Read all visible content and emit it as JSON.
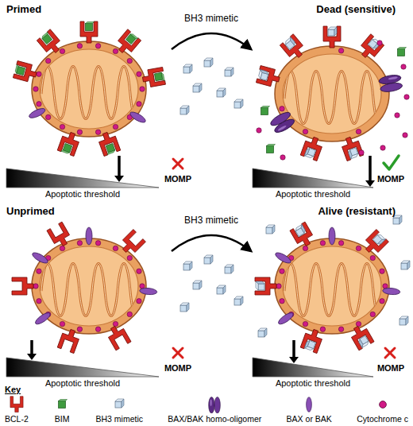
{
  "diagram": {
    "nodes": [
      {
        "text": [
          "Primed"
        ]
      },
      {
        "text": [
          "Dead (sensitive)"
        ]
      },
      {
        "text": [
          "Unprimed"
        ]
      },
      {
        "text": [
          "Alive (resistant)"
        ]
      }
    ],
    "edges": [
      {
        "from": 0,
        "to": 1,
        "label": "BH3 mimetic",
        "arrow": "to"
      },
      {
        "from": 2,
        "to": 3,
        "label": "BH3 mimetic",
        "arrow": "to"
      }
    ],
    "labels": [
      "Apoptotic threshold",
      "MOMP",
      "Apoptotic threshold",
      "MOMP",
      "Apoptotic threshold",
      "MOMP",
      "Apoptotic threshold",
      "MOMP",
      "Key"
    ],
    "legend": [
      {
        "text": "BCL-2"
      },
      {
        "text": "BIM"
      },
      {
        "text": "BH3 mimetic"
      },
      {
        "text": "BAX/BAK homo-oligomer"
      },
      {
        "text": "BAX or BAK"
      },
      {
        "text": "Cytochrome c"
      }
    ]
  }
}
